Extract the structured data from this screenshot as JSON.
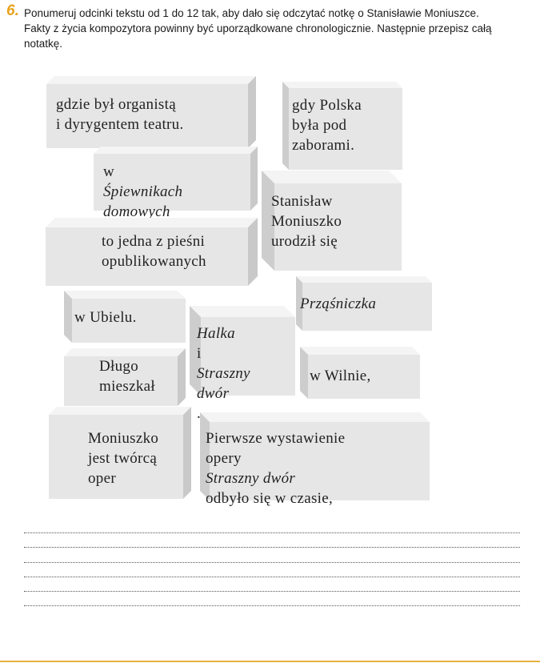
{
  "task": {
    "number": "6.",
    "lines": [
      "Ponumeruj odcinki tekstu od 1 do 12 tak, aby dało się odczytać notkę o Stanisławie Moniuszce.",
      "Fakty z życia kompozytora powinny być uporządkowane chronologicznie. Następnie przepisz całą",
      "notatkę."
    ]
  },
  "boxes": {
    "b1": [
      "gdzie był organistą",
      "i dyrygentem teatru."
    ],
    "b2": [
      "gdy Polska",
      "była pod",
      "zaborami."
    ],
    "b3": {
      "prefix": "w ",
      "italic1": "Śpiewnikach",
      "italic2": "domowych",
      "suffix": "."
    },
    "b4": [
      "Stanisław",
      "Moniuszko",
      "urodził się"
    ],
    "b5": [
      "to jedna z pieśni",
      "opublikowanych"
    ],
    "b6": "Prząśniczka",
    "b7": "w Ubielu.",
    "b8": {
      "italic1": "Halka",
      "mid": " i",
      "italic2": "Straszny",
      "italic3": "dwór",
      "suffix": "."
    },
    "b9": [
      "Długo",
      "mieszkał"
    ],
    "b10": "w Wilnie,",
    "b11": [
      "Moniuszko",
      "jest twórcą",
      "oper"
    ],
    "b12": {
      "line1": "Pierwsze wystawienie",
      "line2_prefix": "opery ",
      "line2_italic": "Straszny dwór",
      "line3": "odbyło się w czasie,"
    }
  },
  "answer_lines_count": 6
}
